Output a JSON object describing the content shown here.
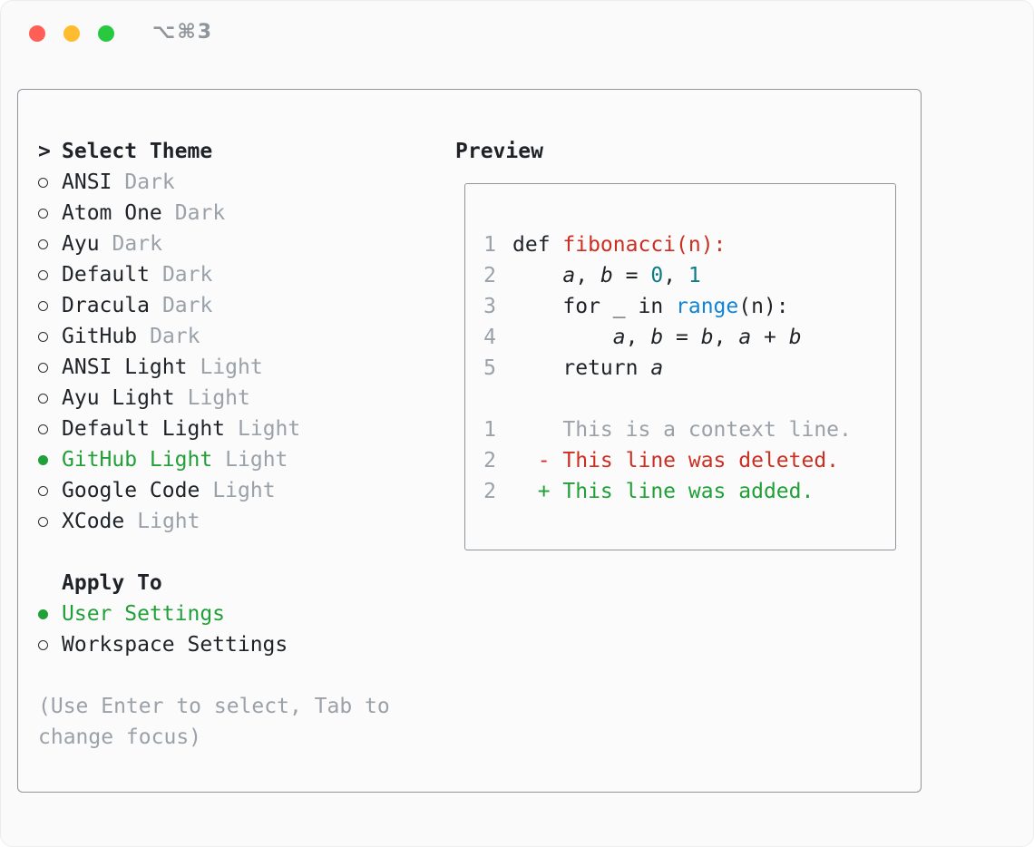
{
  "window": {
    "shortcut": "⌥⌘3"
  },
  "colors": {
    "fg": "#1f2328",
    "gray": "#9aa1a8",
    "green": "#21a038",
    "red": "#cb2f21",
    "teal": "#0e7c86",
    "blue": "#1284d6",
    "traffic_close": "#ff5f57",
    "traffic_minimize": "#febc2e",
    "traffic_zoom": "#28c840"
  },
  "theme_list": {
    "prompt": ">",
    "title": "Select Theme",
    "items": [
      {
        "name": "ANSI",
        "variant": "Dark",
        "selected": false
      },
      {
        "name": "Atom One",
        "variant": "Dark",
        "selected": false
      },
      {
        "name": "Ayu",
        "variant": "Dark",
        "selected": false
      },
      {
        "name": "Default",
        "variant": "Dark",
        "selected": false
      },
      {
        "name": "Dracula",
        "variant": "Dark",
        "selected": false
      },
      {
        "name": "GitHub",
        "variant": "Dark",
        "selected": false
      },
      {
        "name": "ANSI Light",
        "variant": "Light",
        "selected": false
      },
      {
        "name": "Ayu Light",
        "variant": "Light",
        "selected": false
      },
      {
        "name": "Default Light",
        "variant": "Light",
        "selected": false
      },
      {
        "name": "GitHub Light",
        "variant": "Light",
        "selected": true
      },
      {
        "name": "Google Code",
        "variant": "Light",
        "selected": false
      },
      {
        "name": "XCode",
        "variant": "Light",
        "selected": false
      }
    ]
  },
  "apply_to": {
    "title": "Apply To",
    "options": [
      {
        "label": "User Settings",
        "selected": true
      },
      {
        "label": "Workspace Settings",
        "selected": false
      }
    ]
  },
  "help_text": "(Use Enter to select, Tab to change focus)",
  "preview": {
    "title": "Preview",
    "lines": [
      {
        "num": "1",
        "segments": [
          {
            "t": "def ",
            "c": "fg"
          },
          {
            "t": "fibonacci(n):",
            "c": "red"
          }
        ]
      },
      {
        "num": "2",
        "segments": [
          {
            "t": "    ",
            "c": "fg"
          },
          {
            "t": "a",
            "c": "fg",
            "i": true
          },
          {
            "t": ", ",
            "c": "fg"
          },
          {
            "t": "b",
            "c": "fg",
            "i": true
          },
          {
            "t": " = ",
            "c": "fg"
          },
          {
            "t": "0",
            "c": "teal"
          },
          {
            "t": ", ",
            "c": "fg"
          },
          {
            "t": "1",
            "c": "teal"
          }
        ]
      },
      {
        "num": "3",
        "segments": [
          {
            "t": "    for _ in ",
            "c": "fg"
          },
          {
            "t": "range",
            "c": "blue"
          },
          {
            "t": "(n):",
            "c": "fg"
          }
        ]
      },
      {
        "num": "4",
        "segments": [
          {
            "t": "        ",
            "c": "fg"
          },
          {
            "t": "a",
            "c": "fg",
            "i": true
          },
          {
            "t": ", ",
            "c": "fg"
          },
          {
            "t": "b",
            "c": "fg",
            "i": true
          },
          {
            "t": " = ",
            "c": "fg"
          },
          {
            "t": "b",
            "c": "fg",
            "i": true
          },
          {
            "t": ", ",
            "c": "fg"
          },
          {
            "t": "a",
            "c": "fg",
            "i": true
          },
          {
            "t": " + ",
            "c": "fg"
          },
          {
            "t": "b",
            "c": "fg",
            "i": true
          }
        ]
      },
      {
        "num": "5",
        "segments": [
          {
            "t": "    return ",
            "c": "fg"
          },
          {
            "t": "a",
            "c": "fg",
            "i": true
          }
        ]
      },
      {
        "num": "",
        "segments": []
      },
      {
        "num": "1",
        "segments": [
          {
            "t": "    This is a context line.",
            "c": "gray"
          }
        ]
      },
      {
        "num": "2",
        "segments": [
          {
            "t": "  - This line was deleted.",
            "c": "red"
          }
        ]
      },
      {
        "num": "2",
        "segments": [
          {
            "t": "  + This line was added.",
            "c": "green"
          }
        ]
      }
    ]
  }
}
